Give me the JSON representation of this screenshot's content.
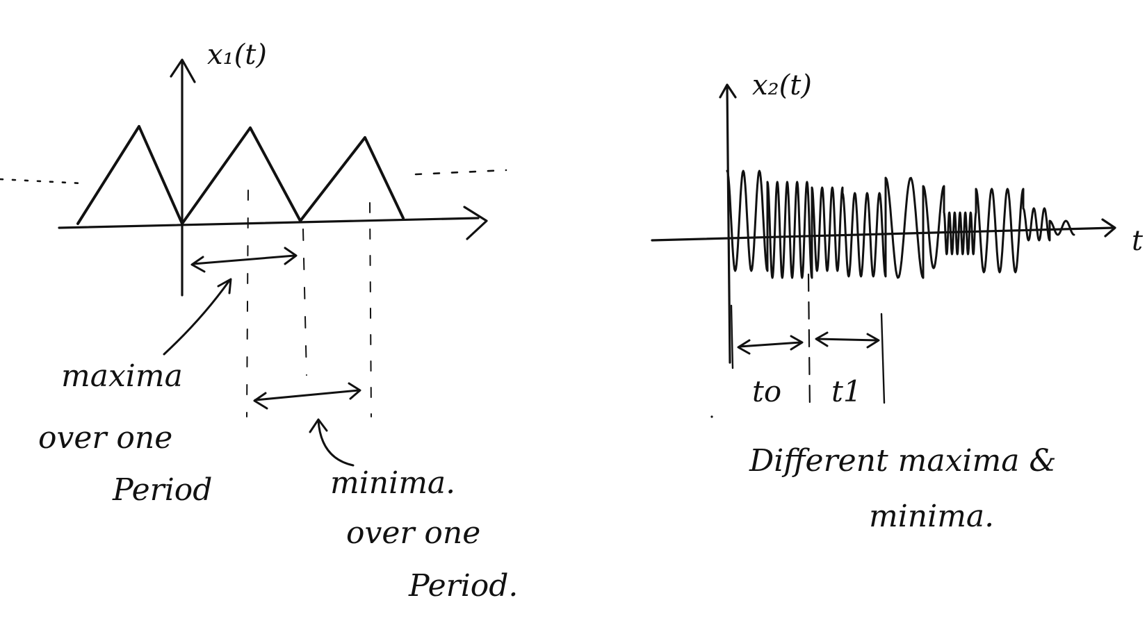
{
  "left_diagram": {
    "axis_label": "x₁(t)",
    "annotation_maxima": [
      "maxima",
      "over one",
      "Period"
    ],
    "annotation_minima": [
      "minima.",
      "over one",
      "Period."
    ]
  },
  "right_diagram": {
    "axis_label": "x₂(t)",
    "t_axis_label": "t",
    "interval_labels": [
      "to",
      "t1"
    ],
    "caption": [
      "Different maxima &",
      "minima."
    ]
  },
  "colors": {
    "ink": "#111111",
    "background": "#ffffff"
  }
}
